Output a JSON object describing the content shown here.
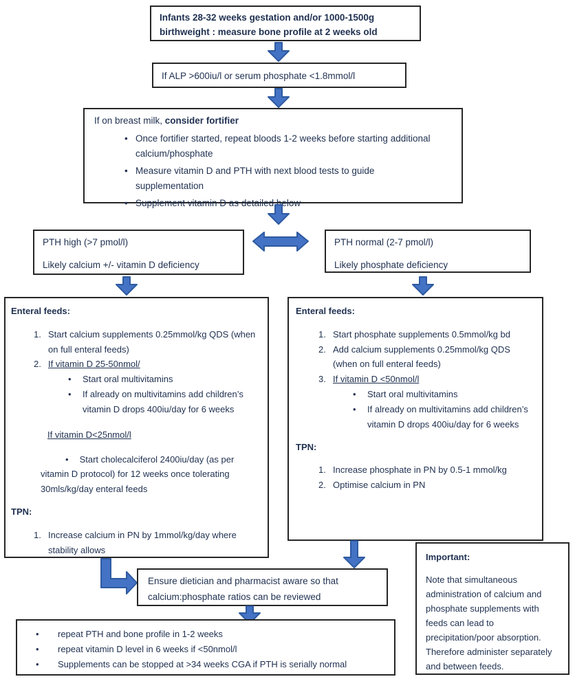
{
  "colors": {
    "arrow_fill": "#4472C4",
    "arrow_border": "#2E5AA0",
    "text": "#1F3050",
    "box_border": "#262626",
    "background": "#FFFFFF"
  },
  "gestation_box": {
    "text": "Infants 28-32 weeks gestation and/or 1000-1500g birthweight : measure bone profile at 2 weeks old"
  },
  "alp_box": {
    "text": "If ALP >600iu/l or serum phosphate <1.8mmol/l"
  },
  "fortifier_box": {
    "heading_prefix": "If on breast milk, ",
    "heading_bold": "consider fortifier",
    "bullets": [
      "Once fortifier started, repeat bloods 1-2 weeks before starting additional calcium/phosphate",
      "Measure vitamin D and PTH with next blood tests to guide supplementation",
      "Supplement vitamin D as detailed below"
    ]
  },
  "pth_high_box": {
    "line1": "PTH high (>7 pmol/l)",
    "line2": "Likely calcium +/- vitamin D deficiency"
  },
  "pth_normal_box": {
    "line1": "PTH normal (2-7 pmol/l)",
    "line2": "Likely phosphate deficiency"
  },
  "plan_left": {
    "heading": "Enteral feeds:",
    "items": [
      {
        "num": "1.",
        "text": "Start calcium supplements 0.25mmol/kg QDS (when on full enteral feeds)"
      },
      {
        "num": "2.",
        "text": "If vitamin D 25-50nmol/"
      }
    ],
    "sub_bullets": [
      "Start oral multivitamins",
      "If already on multivitamins add children’s vitamin D drops 400iu/day for 6 weeks"
    ],
    "vitd_low_heading": "If vitamin D<25nmol/l",
    "vitd_low_bullet": "Start cholecalciferol 2400iu/day (as per vitamin D protocol) for 12 weeks once tolerating 30mls/kg/day enteral feeds",
    "tpn_heading": "TPN:",
    "tpn_items": [
      {
        "num": "1.",
        "text": "Increase calcium in PN by 1mmol/kg/day where stability allows"
      }
    ]
  },
  "plan_right": {
    "heading": "Enteral feeds:",
    "items": [
      {
        "num": "1.",
        "text": "Start phosphate supplements 0.5mmol/kg bd"
      },
      {
        "num": "2.",
        "text": "Add calcium supplements 0.25mmol/kg QDS (when on full enteral feeds)"
      },
      {
        "num": "3.",
        "text": "If vitamin D <50nmol/l"
      }
    ],
    "sub_bullets": [
      "Start oral multivitamins",
      "If already on multivitamins add children’s vitamin D drops 400iu/day for 6 weeks"
    ],
    "tpn_heading": "TPN:",
    "tpn_items": [
      {
        "num": "1.",
        "text": "Increase phosphate in PN by 0.5-1 mmol/kg"
      },
      {
        "num": "2.",
        "text": "Optimise calcium in PN"
      }
    ]
  },
  "ensure_box": {
    "text": "Ensure dietician and pharmacist aware so that calcium:phosphate ratios can be reviewed"
  },
  "followup_box": {
    "bullets": [
      "repeat PTH and bone profile in 1-2 weeks",
      "repeat vitamin D level in 6 weeks if <50nmol/l",
      "Supplements can be stopped at >34 weeks CGA if PTH is serially normal"
    ]
  },
  "important_box": {
    "heading": "Important:",
    "body": "Note that simultaneous administration of calcium and phosphate supplements with feeds can lead to precipitation/poor absorption. Therefore administer separately and between feeds."
  }
}
